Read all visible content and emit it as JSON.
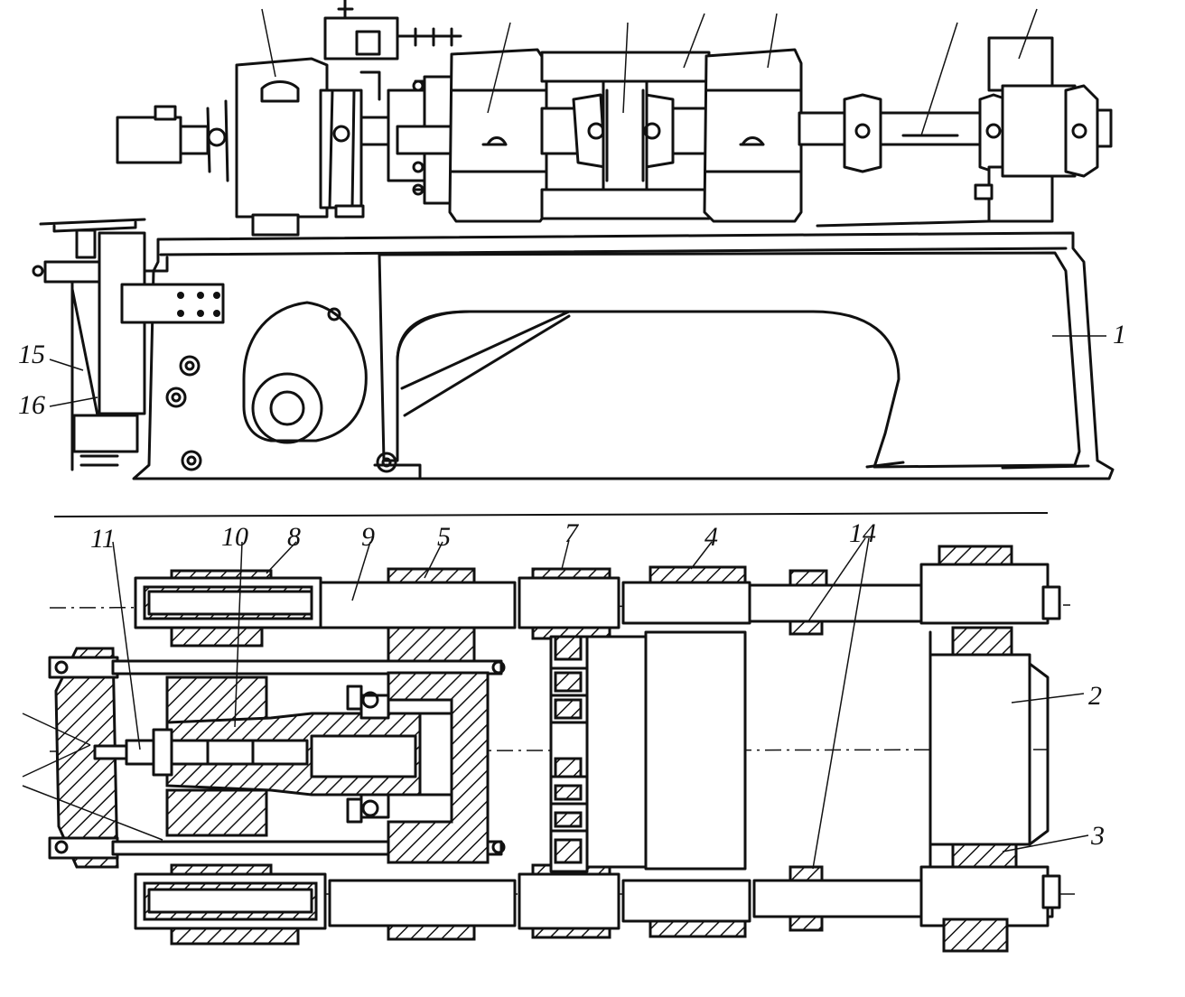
{
  "labels": {
    "l1": "1",
    "l2": "2",
    "l3": "3",
    "l4": "4",
    "l5": "5",
    "l7": "7",
    "l8": "8",
    "l9": "9",
    "l10": "10",
    "l11": "11",
    "l14": "14",
    "l15": "15",
    "l16": "16"
  }
}
